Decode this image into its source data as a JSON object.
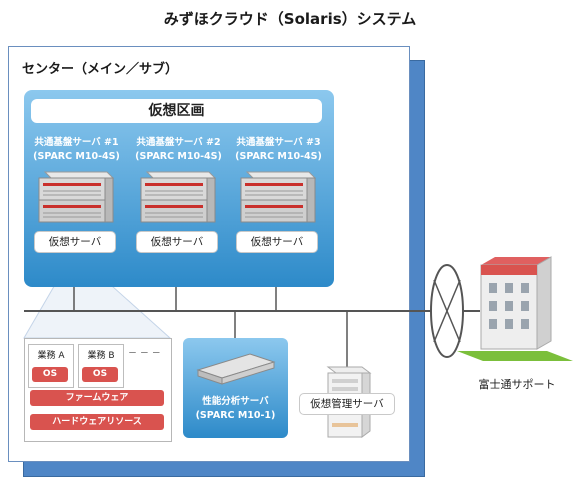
{
  "title": "みずほクラウド（Solaris）システム",
  "center": {
    "label": "センター（メイン／サブ）"
  },
  "virtual_area": {
    "title": "仮想区画",
    "servers": [
      {
        "name": "共通基盤サーバ #1",
        "model": "(SPARC M10-4S)",
        "vserver": "仮想サーバ"
      },
      {
        "name": "共通基盤サーバ #2",
        "model": "(SPARC M10-4S)",
        "vserver": "仮想サーバ"
      },
      {
        "name": "共通基盤サーバ #3",
        "model": "(SPARC M10-4S)",
        "vserver": "仮想サーバ"
      }
    ]
  },
  "detail": {
    "jobs": [
      {
        "label": "業務 A",
        "os": "OS"
      },
      {
        "label": "業務 B",
        "os": "OS"
      }
    ],
    "more": "－ － －",
    "firmware": "ファームウェア",
    "hardware": "ハードウェアリソース"
  },
  "perf_server": {
    "name": "性能分析サーバ",
    "model": "(SPARC M10-1)"
  },
  "vm_server": {
    "label": "仮想管理サーバ"
  },
  "support": {
    "label": "富士通サポート"
  },
  "colors": {
    "blue_top": "#8cc8ee",
    "blue_bottom": "#2d8ac9",
    "shadow": "#4f86c6",
    "red": "#d9534f"
  }
}
